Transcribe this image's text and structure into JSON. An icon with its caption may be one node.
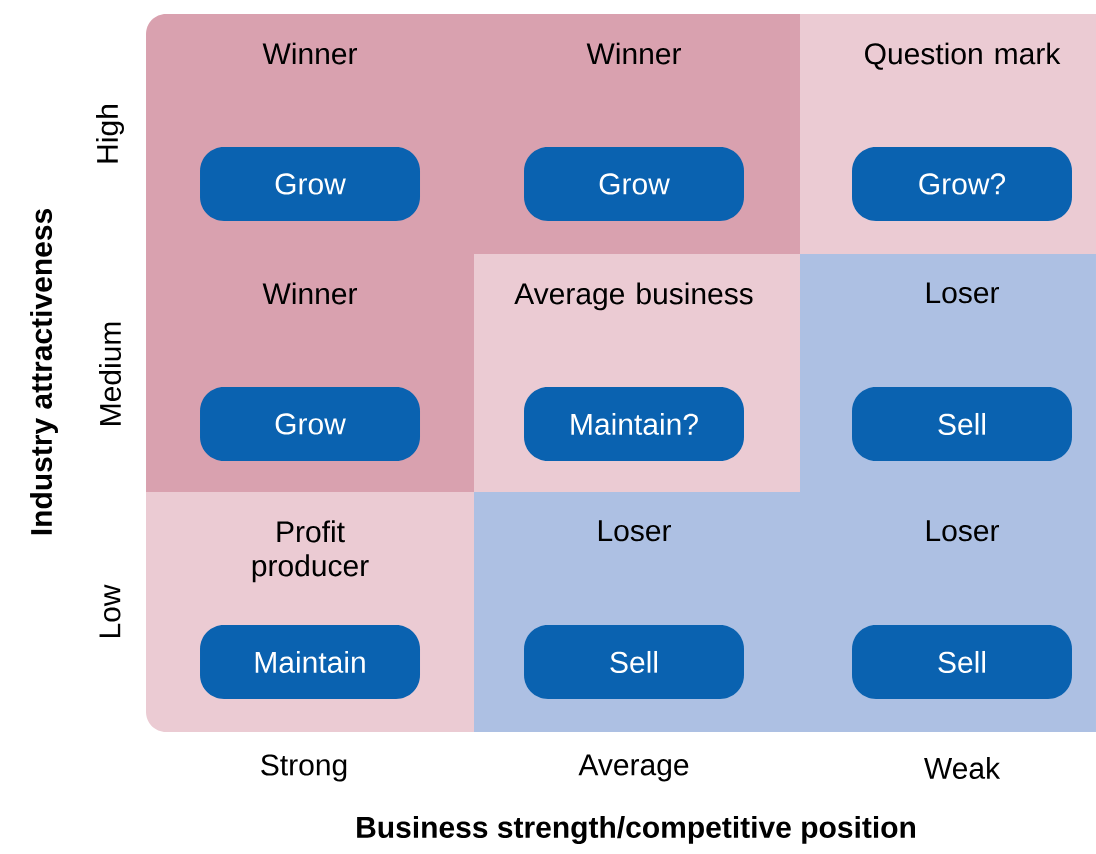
{
  "diagram": {
    "nodes": [
      {
        "text": [
          "Winner"
        ]
      },
      {
        "text": [
          "Grow"
        ],
        "in": 0
      },
      {
        "text": [
          "Winner"
        ]
      },
      {
        "text": [
          "Grow"
        ],
        "in": 2
      },
      {
        "text": [
          "Question mark"
        ]
      },
      {
        "text": [
          "Grow?"
        ],
        "in": 4
      },
      {
        "text": [
          "Winner"
        ]
      },
      {
        "text": [
          "Grow"
        ],
        "in": 6
      },
      {
        "text": [
          "Average business"
        ]
      },
      {
        "text": [
          "Maintain?"
        ],
        "in": 8
      },
      {
        "text": [
          "Loser"
        ]
      },
      {
        "text": [
          "Sell"
        ],
        "in": 10
      },
      {
        "text": [
          "Profit producer"
        ]
      },
      {
        "text": [
          "Maintain"
        ],
        "in": 12
      },
      {
        "text": [
          "Loser"
        ]
      },
      {
        "text": [
          "Sell"
        ],
        "in": 14
      },
      {
        "text": [
          "Loser"
        ]
      },
      {
        "text": [
          "Sell"
        ],
        "in": 16
      }
    ],
    "labels": [
      "High",
      "Medium",
      "Low",
      "Industry attractiveness",
      "Strong",
      "Average",
      "Weak",
      "Business strength/competitive position"
    ]
  }
}
